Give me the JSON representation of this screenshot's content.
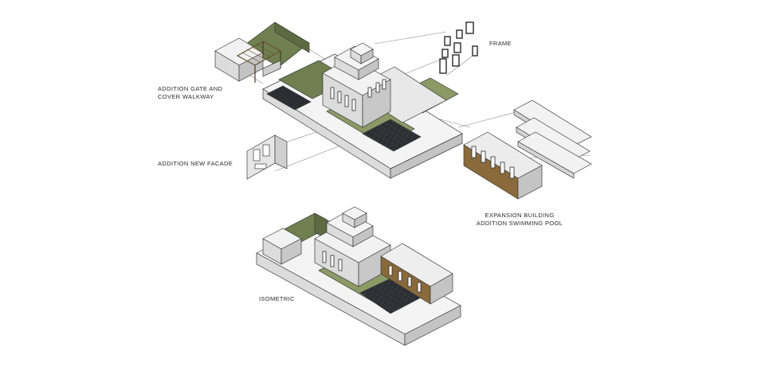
{
  "labels": {
    "frame": "FRAME",
    "gate_line1": "ADDITION GATE AND",
    "gate_line2": "COVER WALKWAY",
    "facade": "ADDITION NEW FACADE",
    "expansion_line1": "EXPANSION BUILDING",
    "expansion_line2": "ADDITION SWIMMING POOL",
    "isometric": "ISOMETRIC"
  },
  "colors": {
    "background": "#ffffff",
    "line": "#3a3a3a",
    "guide": "#8a8a8a",
    "wall_top": "#f2f2f2",
    "wall_left": "#dcdcdc",
    "wall_right": "#c4c4c4",
    "lawn": "#6f7f4f",
    "lawn_light": "#8c9a66",
    "pool": "#2b2f33",
    "wood": "#8a6a3a"
  }
}
